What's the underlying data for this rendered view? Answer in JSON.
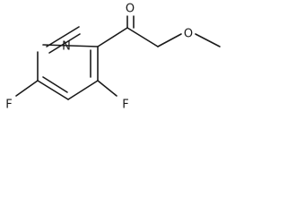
{
  "molecule": {
    "atoms": {
      "nitrogen": "N",
      "carbonyl_oxygen": "O",
      "ether_oxygen": "O",
      "fluorine_5": "F",
      "fluorine_3": "F"
    }
  }
}
